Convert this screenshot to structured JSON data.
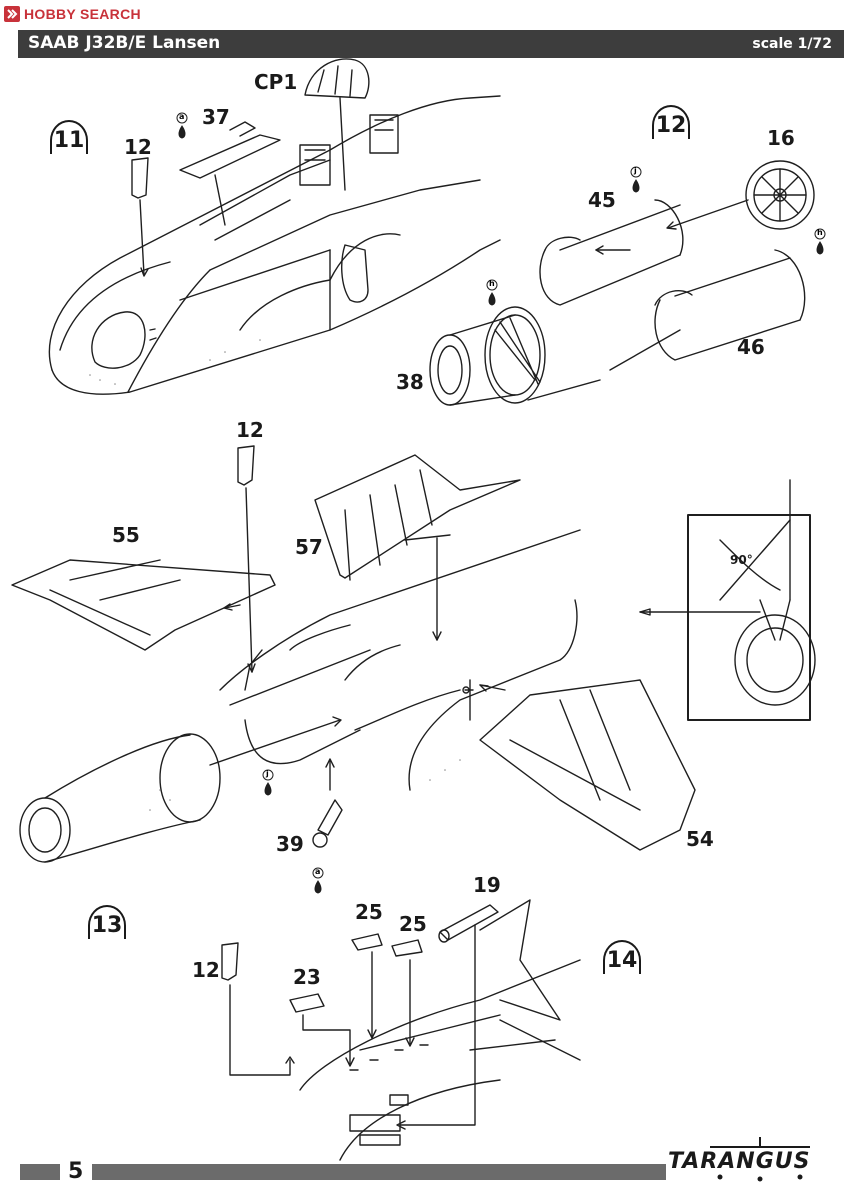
{
  "watermark": {
    "text": "HOBBY SEARCH"
  },
  "header": {
    "title": "SAAB J32B/E Lansen",
    "scale": "scale 1/72"
  },
  "steps": {
    "s11": "11",
    "s12": "12",
    "s13": "13",
    "s14": "14"
  },
  "parts": {
    "cp1": "CP1",
    "p37": "37",
    "p12a": "12",
    "p16": "16",
    "p45": "45",
    "p46": "46",
    "p38": "38",
    "p12b": "12",
    "p55": "55",
    "p57": "57",
    "p54": "54",
    "p39": "39",
    "p19": "19",
    "p25a": "25",
    "p25b": "25",
    "p12c": "12",
    "p23": "23"
  },
  "detail": {
    "angle": "90°"
  },
  "paint_codes": {
    "a": "a",
    "j": "j",
    "h": "h"
  },
  "footer": {
    "page": "5",
    "brand": "TARANGUS"
  }
}
